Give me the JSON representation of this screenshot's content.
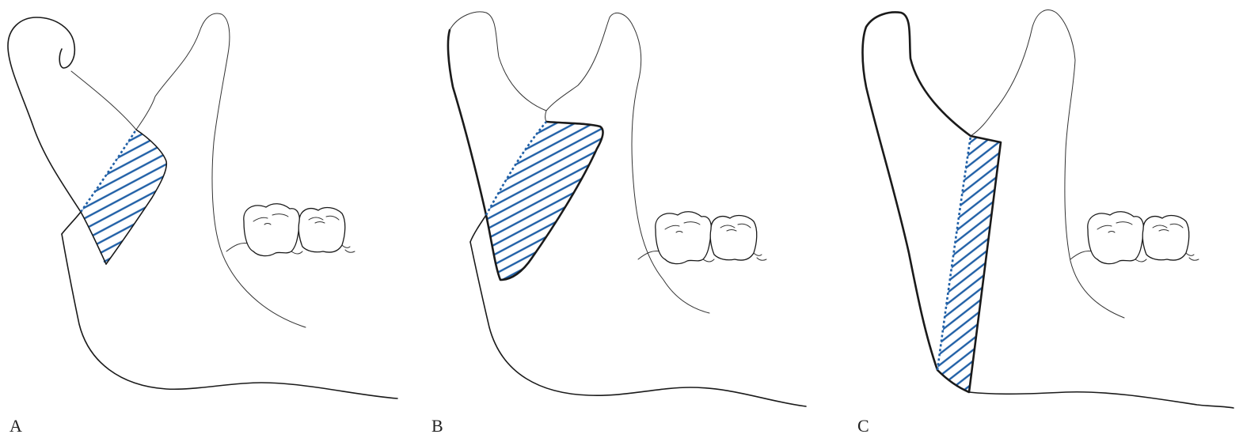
{
  "panels": [
    {
      "label": "A"
    },
    {
      "label": "B"
    },
    {
      "label": "C"
    }
  ],
  "colors": {
    "hatch": "#1f5fa6",
    "outline": "#1a1a1a",
    "background": "#ffffff"
  }
}
